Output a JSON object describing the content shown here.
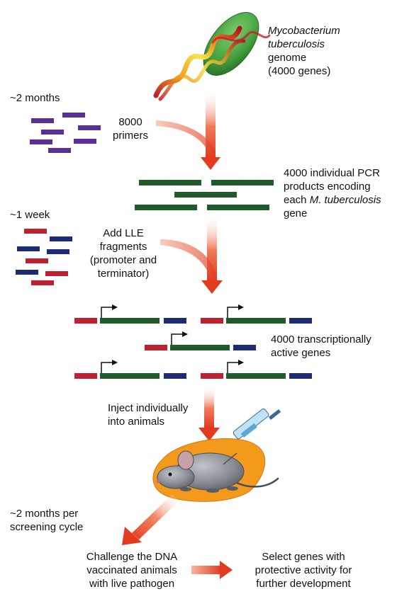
{
  "genome": {
    "line1": "Mycobacterium",
    "line2": "tuberculosis",
    "line3": "genome",
    "line4": "(4000 genes)"
  },
  "time_primers": "~2 months",
  "primers": {
    "line1": "8000",
    "line2": "primers"
  },
  "pcr": {
    "line1": "4000 individual PCR",
    "line2": "products encoding",
    "line3_prefix": "each ",
    "line3_italic": "M. tuberculosis",
    "line4": "gene"
  },
  "time_lle": "~1 week",
  "lle": {
    "line1": "Add LLE",
    "line2": "fragments",
    "line3": "(promoter and",
    "line4": "terminator)"
  },
  "active_genes": {
    "line1": "4000 transcriptionally",
    "line2": "active genes"
  },
  "inject": {
    "line1": "Inject individually",
    "line2": "into animals"
  },
  "screening": {
    "line1": "~2 months per",
    "line2": "screening cycle"
  },
  "challenge": {
    "line1": "Challenge the DNA",
    "line2": "vaccinated animals",
    "line3": "with live pathogen"
  },
  "select": {
    "line1": "Select genes with",
    "line2": "protective activity for",
    "line3": "further development"
  },
  "colors": {
    "primer_purple": "#5b2d9c",
    "gene_green": "#1f5a2a",
    "promoter_red": "#c01f2f",
    "terminator_blue": "#1c2a78",
    "arrow_red": "#e8402a",
    "bacterium_green": "#3f9a3a",
    "mouse_backdrop_orange": "#f39a1c",
    "mouse_gray": "#8a8c94"
  }
}
